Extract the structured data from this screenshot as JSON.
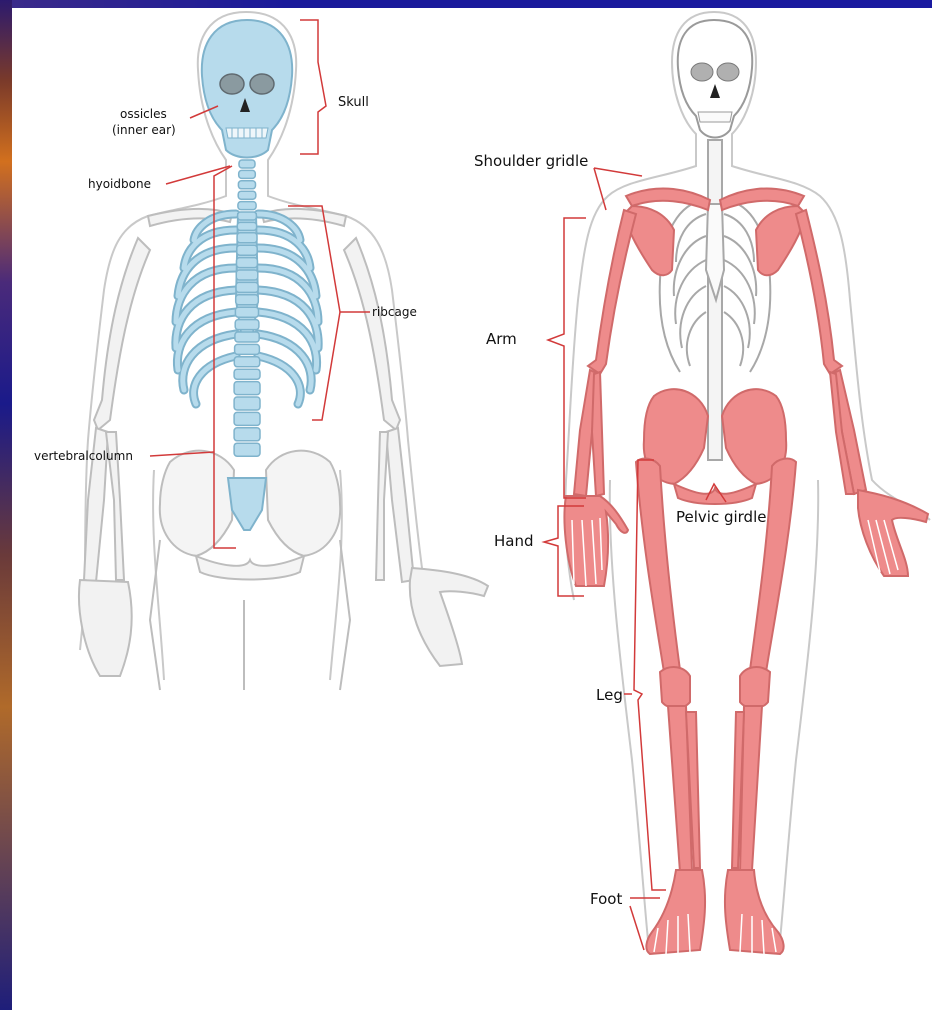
{
  "colors": {
    "axial_bone": "#b7dbec",
    "axial_stroke": "#7fb3cc",
    "appendicular_bone": "#ee8b8b",
    "appendicular_stroke": "#d06a6a",
    "outline": "#c9c9c9",
    "leader_line": "#d23a3a"
  },
  "axial_labels": {
    "skull": "Skull",
    "ossicles_line1": "ossicles",
    "ossicles_line2": "(inner ear)",
    "hyoid": "hyoidbone",
    "ribcage": "ribcage",
    "vertebral": "vertebralcolumn"
  },
  "appendicular_labels": {
    "shoulder": "Shoulder gridle",
    "arm": "Arm",
    "hand": "Hand",
    "pelvic": "Pelvic girdle",
    "leg": "Leg",
    "foot": "Foot"
  }
}
